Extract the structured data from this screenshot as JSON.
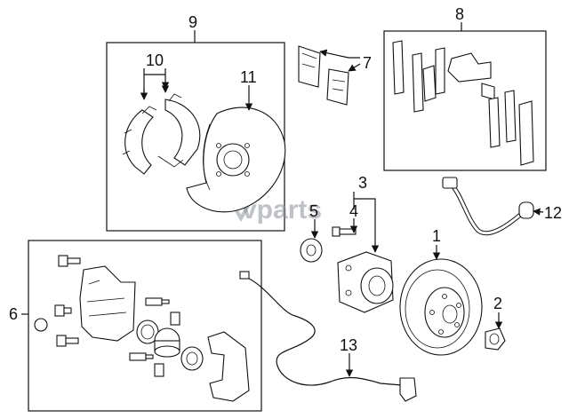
{
  "watermark": "vparts",
  "callouts": {
    "c1": "1",
    "c2": "2",
    "c3": "3",
    "c4": "4",
    "c5": "5",
    "c6": "6",
    "c7": "7",
    "c8": "8",
    "c9": "9",
    "c10": "10",
    "c11": "11",
    "c12": "12",
    "c13": "13"
  }
}
